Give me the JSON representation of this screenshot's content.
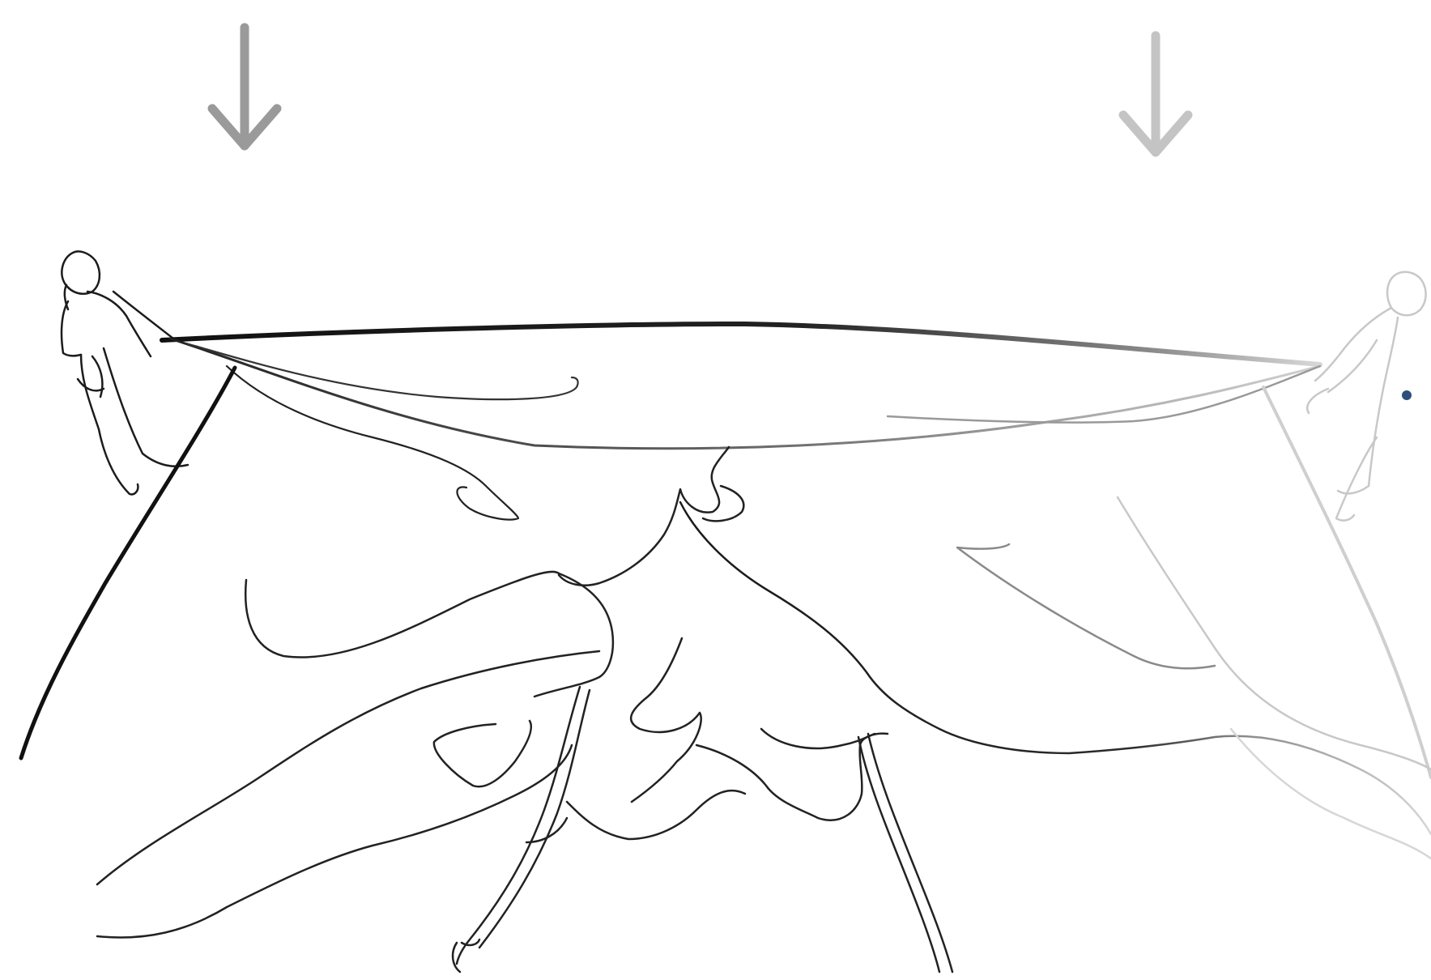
{
  "illustration": {
    "subject": "two-people-stretching-a-rope-over-a-terrain-sketch",
    "arrows": [
      {
        "name": "down-arrow-left",
        "icon": "arrow-down-icon",
        "color": "#9a9a9a"
      },
      {
        "name": "down-arrow-right",
        "icon": "arrow-down-icon",
        "color": "#c4c4c4"
      }
    ],
    "figures": [
      {
        "name": "person-left",
        "icon": "person-icon",
        "color": "#1c1c1c"
      },
      {
        "name": "person-right",
        "icon": "person-icon",
        "color": "#c8c8c8"
      }
    ],
    "marker": {
      "name": "bullet-dot",
      "color": "#2f4f7a"
    },
    "colors": {
      "ink_dark": "#141414",
      "ink_mid": "#7a7a7a",
      "ink_light": "#cfcfcf",
      "background": "#ffffff"
    }
  }
}
